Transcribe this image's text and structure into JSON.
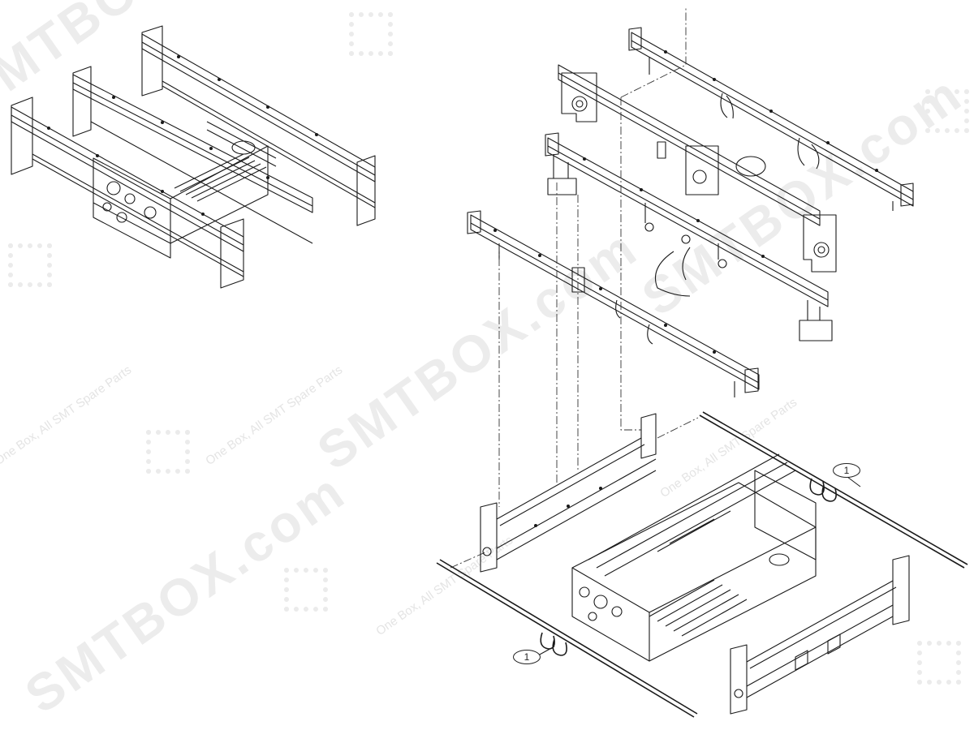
{
  "diagram": {
    "type": "exploded-view parts diagram",
    "assembled_view": "conveyor assembly (assembled isometric view)",
    "exploded_view": "conveyor assembly (exploded isometric view)",
    "callouts": [
      {
        "label": "1",
        "part": "conveyor belt (upper right)"
      },
      {
        "label": "1",
        "part": "conveyor belt (lower left)"
      }
    ],
    "line_color": "#1a1a1a",
    "background": "#ffffff"
  },
  "watermark": {
    "brand": "SMTBOX.com",
    "tagline": "One Box, All SMT Spare Parts",
    "color": "#e6e6e6"
  }
}
